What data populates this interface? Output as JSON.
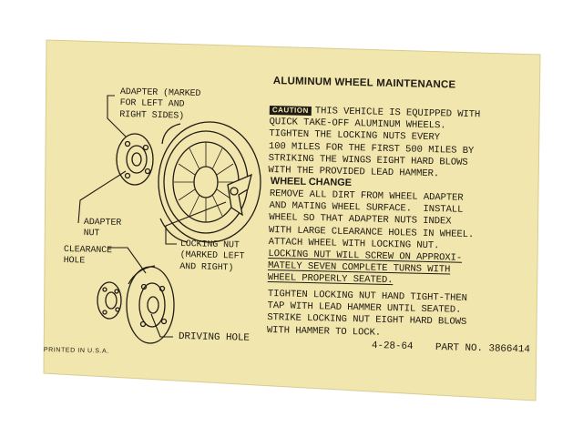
{
  "label": {
    "title": "ALUMINUM WHEEL MAINTENANCE",
    "caution_badge": "CAUTION",
    "caution_lines": [
      "THIS VEHICLE IS EQUIPPED WITH",
      "QUICK TAKE-OFF ALUMINUM WHEELS.",
      "TIGHTEN THE LOCKING NUTS EVERY",
      "100 MILES FOR THE FIRST 500 MILES BY",
      "STRIKING THE WINGS EIGHT HARD BLOWS",
      "WITH THE PROVIDED LEAD HAMMER."
    ],
    "wheel_change_heading": "WHEEL CHANGE",
    "wheel_change_lines": [
      "REMOVE ALL DIRT FROM WHEEL ADAPTER",
      "AND MATING WHEEL SURFACE.  INSTALL",
      "WHEEL SO THAT ADAPTER NUTS INDEX",
      "WITH LARGE CLEARANCE HOLES IN WHEEL.",
      "ATTACH WHEEL WITH LOCKING NUT."
    ],
    "underlined_lines": [
      "LOCKING NUT WILL SCREW ON APPROXI-",
      "MATELY SEVEN COMPLETE TURNS WITH",
      "WHEEL PROPERLY SEATED."
    ],
    "final_lines": [
      "TIGHTEN LOCKING NUT HAND TIGHT-THEN",
      "TAP WITH LEAD HAMMER UNTIL SEATED.",
      "STRIKE LOCKING NUT EIGHT HARD BLOWS",
      "WITH HAMMER TO LOCK."
    ],
    "date": "4-28-64",
    "part_no": "PART NO. 3866414",
    "printed_in": "PRINTED IN U.S.A."
  },
  "diagram_labels": {
    "adapter": [
      "ADAPTER (MARKED",
      "FOR LEFT AND",
      "RIGHT SIDES)"
    ],
    "adapter_nut": [
      "ADAPTER",
      "NUT"
    ],
    "clearance_hole": [
      "CLEARANCE",
      "HOLE"
    ],
    "locking_nut": [
      "LOCKING NUT",
      "(MARKED LEFT",
      "AND RIGHT)"
    ],
    "driving_hole": "DRIVING HOLE"
  },
  "colors": {
    "card": "#f1e6ad",
    "ink": "#1f1b14"
  }
}
